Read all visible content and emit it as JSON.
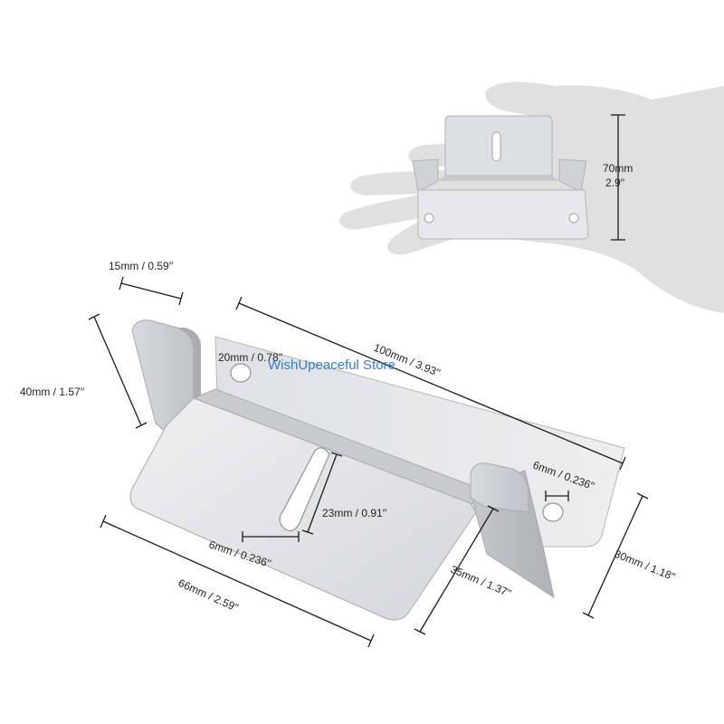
{
  "watermark": "WishUpeaceful Store",
  "dimensions": {
    "tab_width": "15mm / 0.59′′",
    "tab_height": "40mm / 1.57′′",
    "hole_diameter": "20mm / 0.78′′",
    "overall_length": "100mm / 3.93′′",
    "right_hole": "6mm / 0.236′′",
    "slot_length": "23mm / 0.91′′",
    "slot_width": "6mm / 0.236′′",
    "base_width": "66mm / 2.59′′",
    "base_depth": "35mm / 1.37′′",
    "right_height": "30mm / 1.18′′",
    "inset_height_mm": "70mm",
    "inset_height_in": "2.9′′"
  },
  "colors": {
    "metal_light": "#e4e6e9",
    "metal_mid": "#cfd2d6",
    "metal_dark": "#b9bdc2",
    "hand": "#e0e0e0",
    "watermark": "#1f6fe0"
  }
}
